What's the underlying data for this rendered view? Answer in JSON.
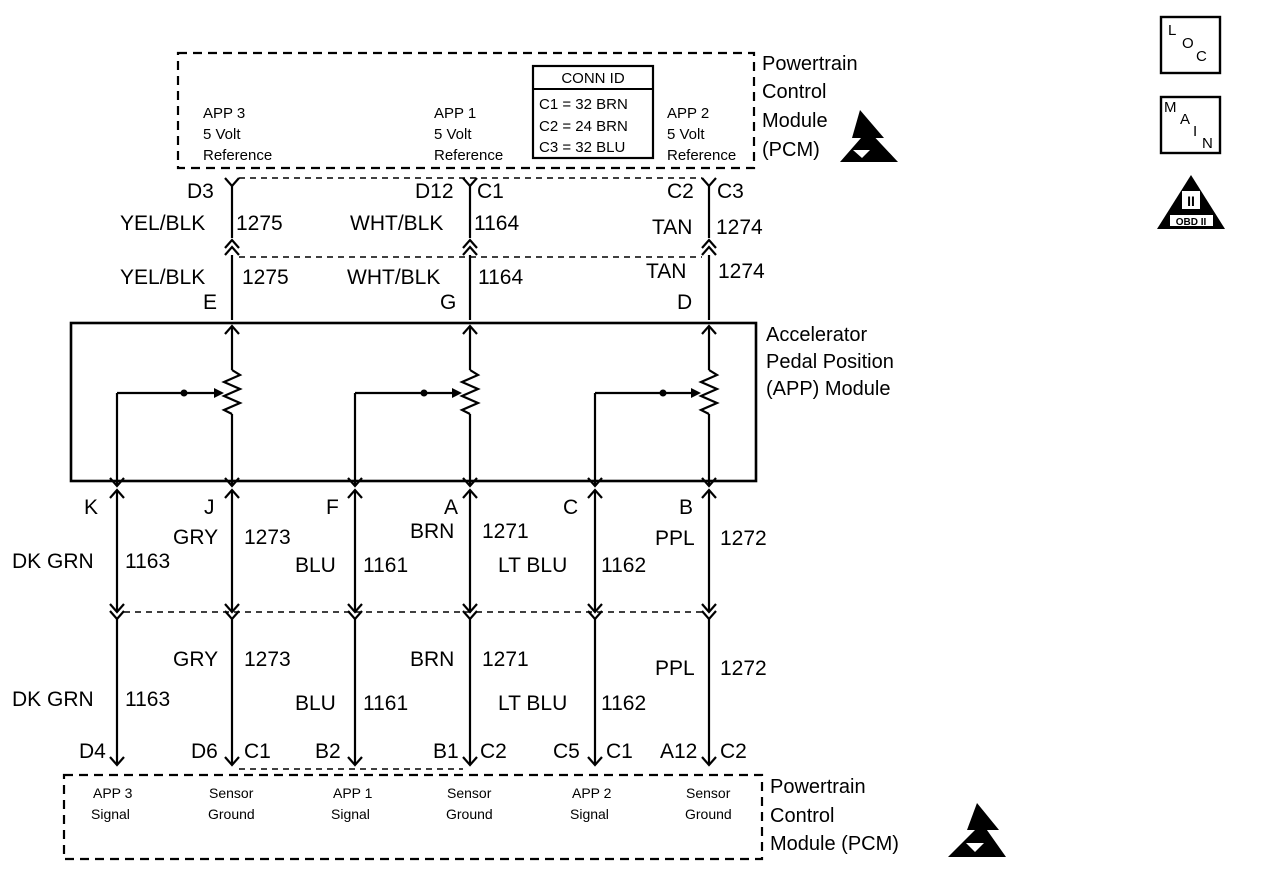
{
  "pcm_top": {
    "title_lines": [
      "Powertrain",
      "Control",
      "Module",
      "(PCM)"
    ],
    "conn_id": {
      "header": "CONN ID",
      "lines": [
        "C1 = 32 BRN",
        "C2 = 24 BRN",
        "C3 = 32 BLU"
      ]
    },
    "refs": [
      {
        "lines": [
          "APP 3",
          "5 Volt",
          "Reference"
        ]
      },
      {
        "lines": [
          "APP 1",
          "5 Volt",
          "Reference"
        ]
      },
      {
        "lines": [
          "APP 2",
          "5 Volt",
          "Reference"
        ]
      }
    ]
  },
  "top_wires": [
    {
      "pin_top": "D3",
      "conn_top": "",
      "color_top": "YEL/BLK",
      "circuit_top": "1275",
      "color_bottom": "YEL/BLK",
      "circuit_bottom": "1275",
      "pin_bottom": "E"
    },
    {
      "pin_top": "D12",
      "conn_top": "C1",
      "color_top": "WHT/BLK",
      "circuit_top": "1164",
      "color_bottom": "WHT/BLK",
      "circuit_bottom": "1164",
      "pin_bottom": "G"
    },
    {
      "pin_top": "C2",
      "conn_top": "C3",
      "color_top": "TAN",
      "circuit_top": "1274",
      "color_bottom": "TAN",
      "circuit_bottom": "1274",
      "pin_bottom": "D"
    }
  ],
  "app_module": {
    "title_lines": [
      "Accelerator",
      "Pedal Position",
      "(APP) Module"
    ]
  },
  "bottom_wires": [
    {
      "pin": "K",
      "color": "DK GRN",
      "circuit": "1163",
      "pcm_pin": "D4",
      "pcm_conn": ""
    },
    {
      "pin": "J",
      "color": "GRY",
      "circuit": "1273",
      "pcm_pin": "D6",
      "pcm_conn": "C1"
    },
    {
      "pin": "F",
      "color": "BLU",
      "circuit": "1161",
      "pcm_pin": "B2",
      "pcm_conn": ""
    },
    {
      "pin": "A",
      "color": "BRN",
      "circuit": "1271",
      "pcm_pin": "B1",
      "pcm_conn": "C2"
    },
    {
      "pin": "C",
      "color": "LT BLU",
      "circuit": "1162",
      "pcm_pin": "C5",
      "pcm_conn": "C1"
    },
    {
      "pin": "B",
      "color": "PPL",
      "circuit": "1272",
      "pcm_pin": "A12",
      "pcm_conn": "C2"
    }
  ],
  "pcm_bottom": {
    "title_lines": [
      "Powertrain",
      "Control",
      "Module (PCM)"
    ],
    "signals": [
      {
        "lines": [
          "APP 3",
          "Signal"
        ]
      },
      {
        "lines": [
          "Sensor",
          "Ground"
        ]
      },
      {
        "lines": [
          "APP 1",
          "Signal"
        ]
      },
      {
        "lines": [
          "Sensor",
          "Ground"
        ]
      },
      {
        "lines": [
          "APP 2",
          "Signal"
        ]
      },
      {
        "lines": [
          "Sensor",
          "Ground"
        ]
      }
    ]
  },
  "side_icons": [
    {
      "name": "loc-icon",
      "letters": [
        "L",
        "O",
        "C"
      ]
    },
    {
      "name": "main-icon",
      "letters": [
        "M",
        "A",
        "I",
        "N"
      ]
    },
    {
      "name": "obd-icon",
      "letters": [
        "II",
        "OBD II"
      ]
    }
  ]
}
